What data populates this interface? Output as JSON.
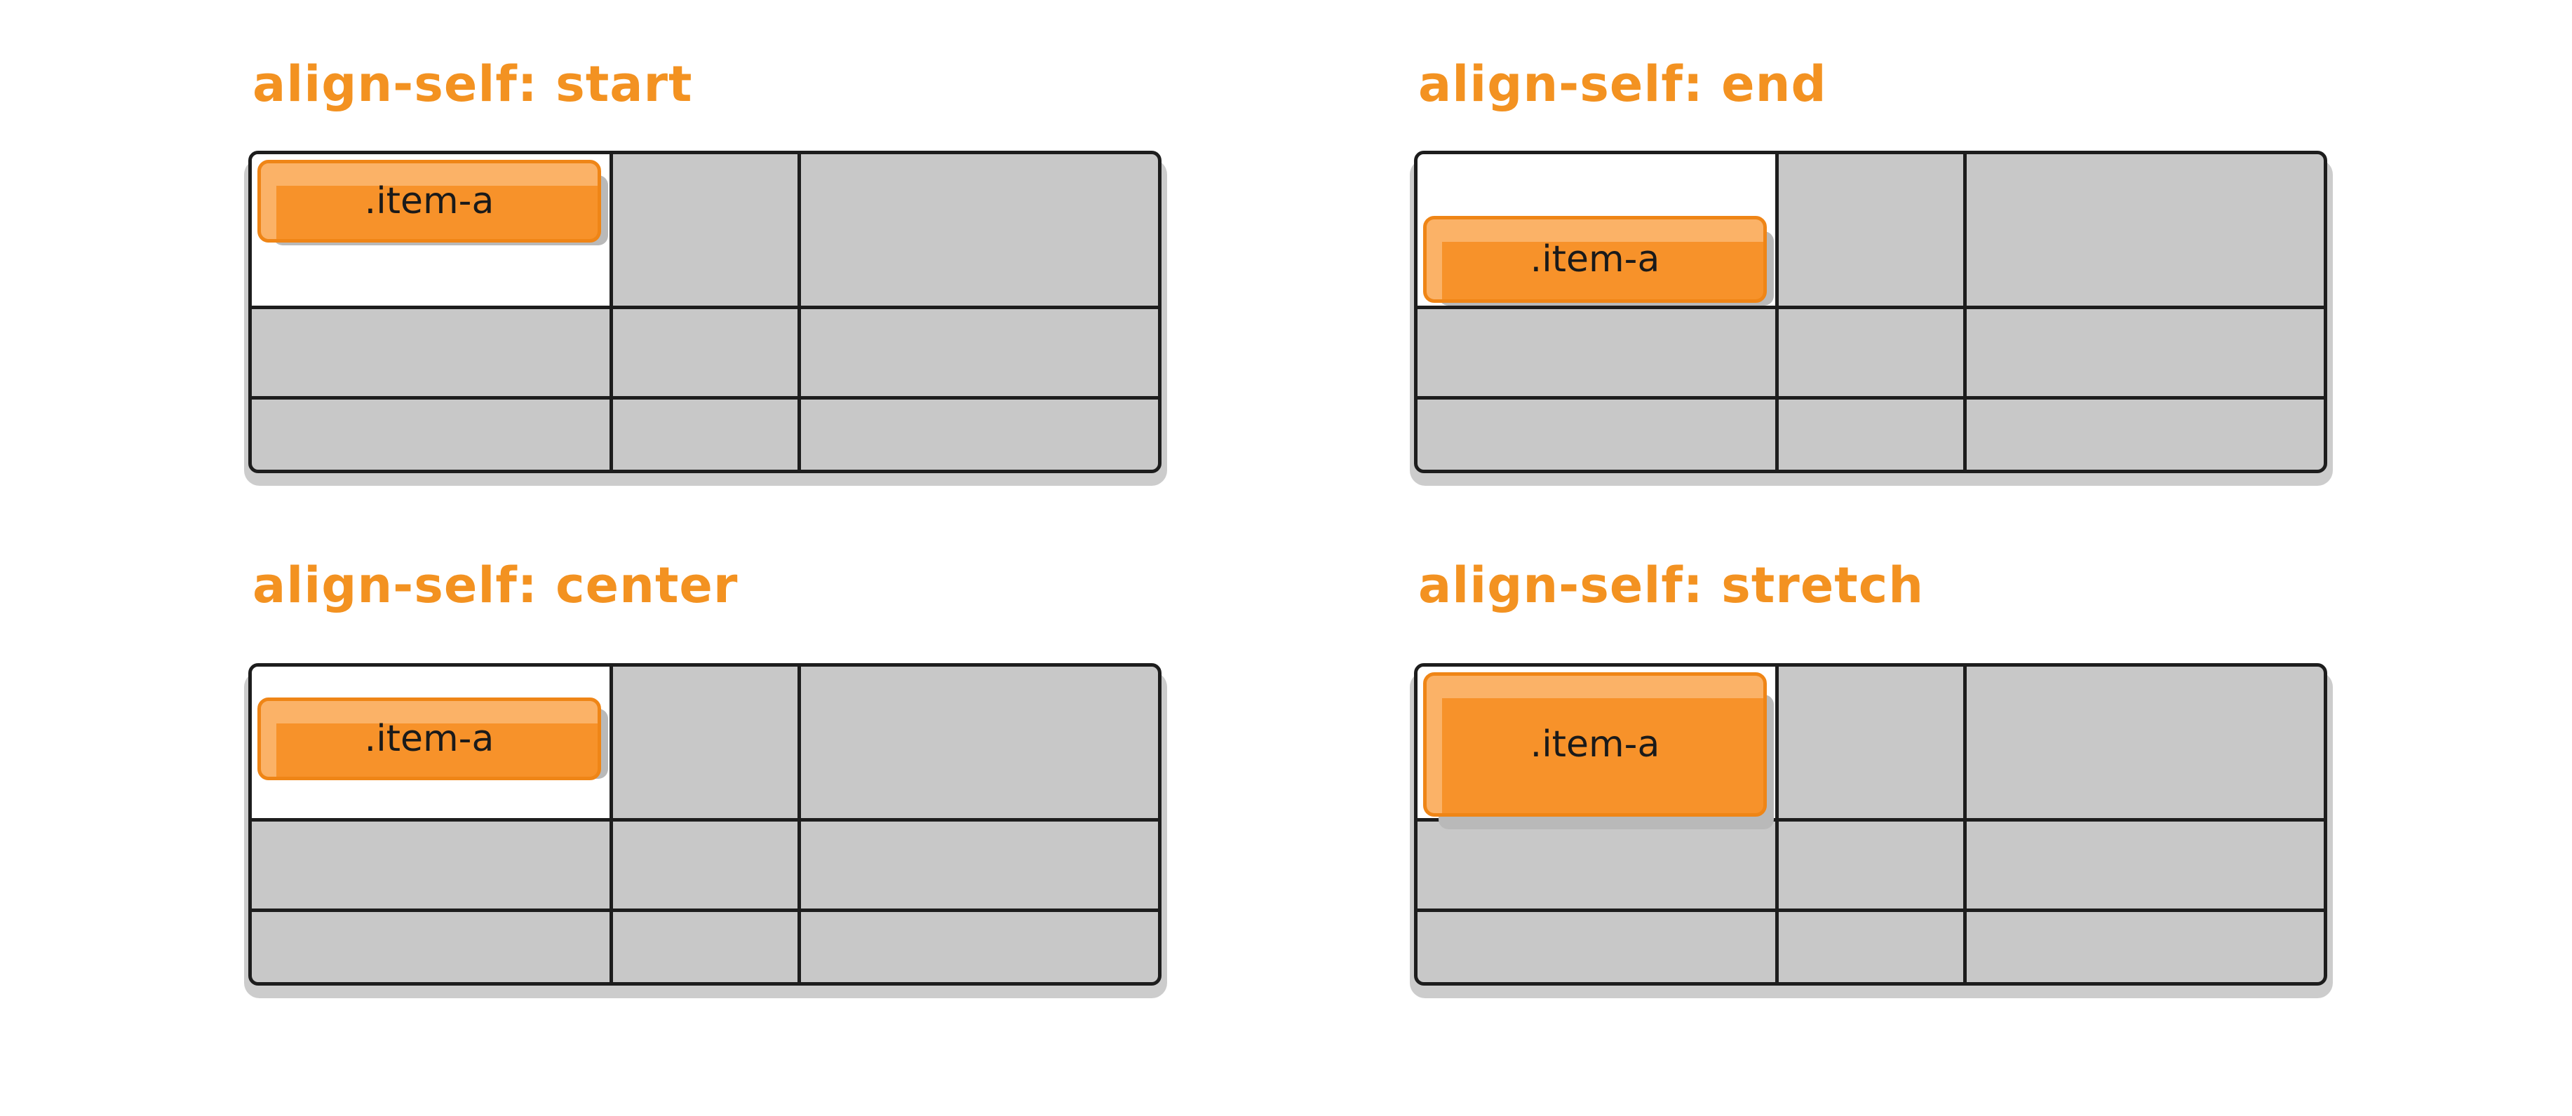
{
  "panels": [
    {
      "title": "align-self: start",
      "item_label": ".item-a",
      "align_self": "start"
    },
    {
      "title": "align-self: end",
      "item_label": ".item-a",
      "align_self": "end"
    },
    {
      "title": "align-self: center",
      "item_label": ".item-a",
      "align_self": "center"
    },
    {
      "title": "align-self: stretch",
      "item_label": ".item-a",
      "align_self": "stretch"
    }
  ],
  "colors": {
    "accent": "#f39221",
    "item_fill": "#f7922a",
    "grid_fill": "#c8c8c8",
    "grid_line": "#1d1d1d"
  }
}
